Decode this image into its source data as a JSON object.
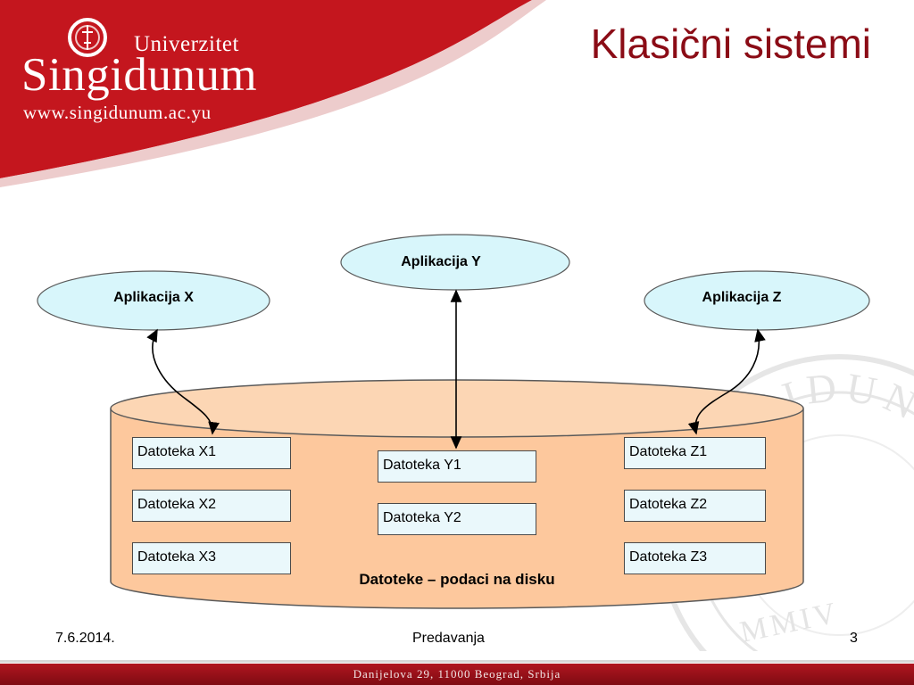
{
  "header": {
    "university_label": "Univerzitet",
    "brand_name": "Singidunum",
    "website": "www.singidunum.ac.yu",
    "title": "Klasični sistemi",
    "brand_color": "#c0141c",
    "title_color": "#8b0c16"
  },
  "watermark": {
    "text": "SINGIDUNUM",
    "year": "MMIV"
  },
  "diagram": {
    "applications": [
      {
        "id": "x",
        "label": "Aplikacija X"
      },
      {
        "id": "y",
        "label": "Aplikacija Y"
      },
      {
        "id": "z",
        "label": "Aplikacija Z"
      }
    ],
    "files": [
      {
        "id": "x1",
        "label": "Datoteka X1"
      },
      {
        "id": "x2",
        "label": "Datoteka X2"
      },
      {
        "id": "x3",
        "label": "Datoteka X3"
      },
      {
        "id": "y1",
        "label": "Datoteka Y1"
      },
      {
        "id": "y2",
        "label": "Datoteka Y2"
      },
      {
        "id": "z1",
        "label": "Datoteka Z1"
      },
      {
        "id": "z2",
        "label": "Datoteka Z2"
      },
      {
        "id": "z3",
        "label": "Datoteka Z3"
      }
    ],
    "cylinder_label": "Datoteke – podaci na disku",
    "connections": [
      {
        "from": "x",
        "to": "x1"
      },
      {
        "from": "y",
        "to": "y1"
      },
      {
        "from": "z",
        "to": "z1"
      }
    ],
    "colors": {
      "ellipse_fill": "#d8f6fb",
      "box_fill": "#eaf8fb",
      "cylinder_fill": "#fdc89d"
    }
  },
  "footer": {
    "date": "7.6.2014.",
    "center": "Predavanja",
    "page": "3",
    "address": "Danijelova 29, 11000 Beograd, Srbija"
  }
}
